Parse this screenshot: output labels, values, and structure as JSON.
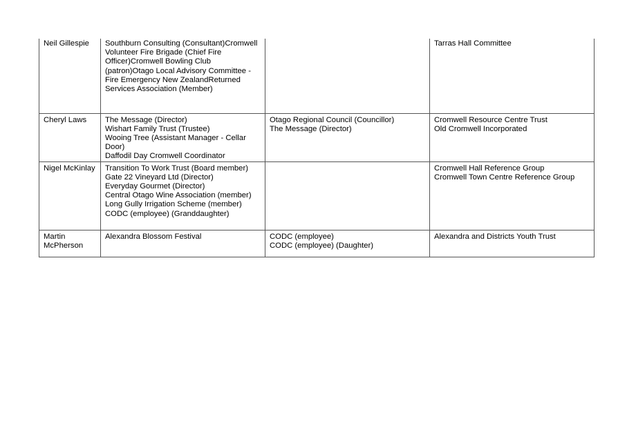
{
  "rows": [
    {
      "name": [
        "Neil Gillespie"
      ],
      "col2": [
        "Southburn Consulting (Consultant)Cromwell",
        "Volunteer Fire Brigade (Chief Fire",
        "Officer)Cromwell Bowling Club",
        "(patron)Otago Local Advisory Committee -",
        "Fire Emergency New ZealandReturned",
        "Services Association (Member)"
      ],
      "col3": [],
      "col4": [
        "Tarras Hall Committee"
      ]
    },
    {
      "name": [
        "Cheryl Laws"
      ],
      "col2": [
        "The Message (Director)",
        "Wishart Family Trust (Trustee)",
        "Wooing Tree (Assistant Manager - Cellar",
        "Door)",
        "Daffodil Day Cromwell Coordinator"
      ],
      "col3": [
        "Otago Regional Council (Councillor)",
        "The Message (Director)"
      ],
      "col4": [
        "Cromwell Resource Centre Trust",
        "Old Cromwell Incorporated"
      ]
    },
    {
      "name": [
        "Nigel McKinlay"
      ],
      "col2": [
        "Transition To Work Trust (Board member)",
        "Gate 22 Vineyard Ltd (Director)",
        "Everyday Gourmet (Director)",
        "Central Otago Wine Association (member)",
        "Long Gully Irrigation Scheme (member)",
        "CODC (employee) (Granddaughter)"
      ],
      "col3": [],
      "col4": [
        "Cromwell Hall Reference Group",
        "Cromwell Town Centre Reference Group"
      ]
    },
    {
      "name": [
        "Martin",
        "McPherson"
      ],
      "col2": [
        "Alexandra Blossom Festival"
      ],
      "col3": [
        "CODC (employee)",
        "CODC (employee) (Daughter)"
      ],
      "col4": [
        "Alexandra and Districts Youth Trust"
      ]
    }
  ]
}
